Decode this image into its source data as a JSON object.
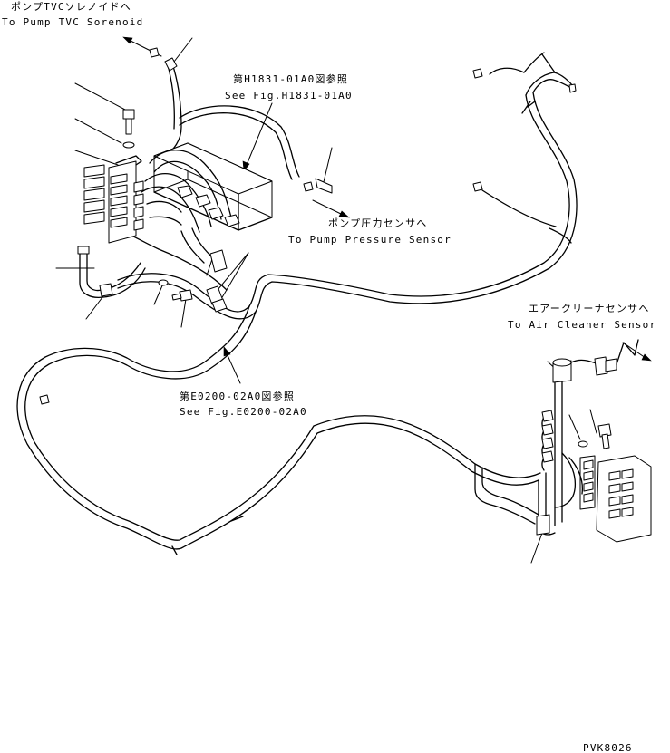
{
  "labels": {
    "pump_tvc_jp": "ポンプTVCソレノイドへ",
    "pump_tvc_en": "To Pump TVC Sorenoid",
    "fig_h1831_jp": "第H1831-01A0図参照",
    "fig_h1831_en": "See Fig.H1831-01A0",
    "pump_pressure_jp": "ポンプ圧力センサへ",
    "pump_pressure_en": "To Pump Pressure Sensor",
    "air_cleaner_jp": "エアークリーナセンサへ",
    "air_cleaner_en": "To Air Cleaner Sensor",
    "fig_e0200_jp": "第E0200-02A0図参照",
    "fig_e0200_en": "See Fig.E0200-02A0",
    "drawing_code": "PVK8026"
  }
}
